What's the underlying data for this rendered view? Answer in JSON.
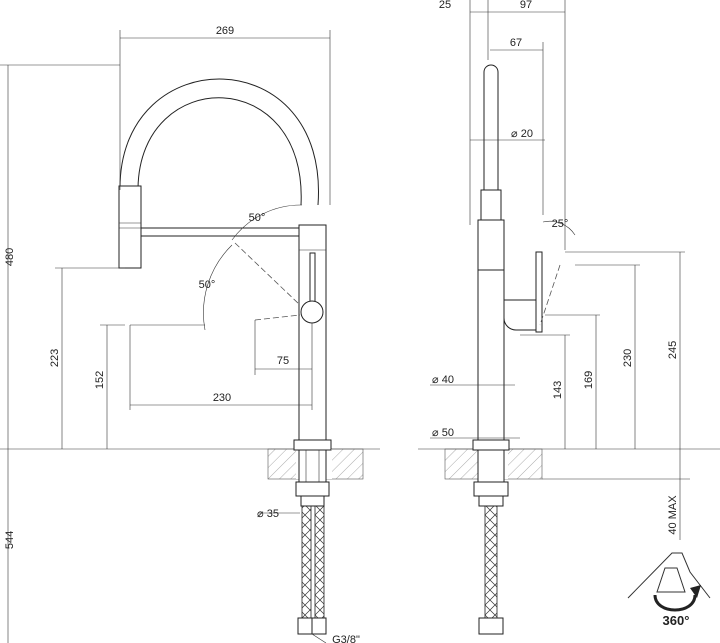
{
  "front_view": {
    "dim_width": "269",
    "dim_height": "480",
    "dim_spray_height": "223",
    "dim_outlet_height": "152",
    "dim_spout_reach": "230",
    "dim_lever_offset": "75",
    "angle_top": "50°",
    "angle_side": "50°",
    "dim_hose_diameter": "⌀ 35",
    "dim_thread": "G3/8\"",
    "dim_below_deck": "544"
  },
  "side_view": {
    "dim_offset_left": "25",
    "dim_offset_total": "97",
    "dim_spray_offset": "67",
    "dim_spray_diameter": "⌀ 20",
    "angle_lever": "25°",
    "dim_body_diameter": "⌀ 40",
    "dim_base_diameter": "⌀ 50",
    "dim_143": "143",
    "dim_169": "169",
    "dim_230": "230",
    "dim_245": "245",
    "dim_deck_max": "40 MAX"
  },
  "rotation": {
    "label": "360°"
  }
}
